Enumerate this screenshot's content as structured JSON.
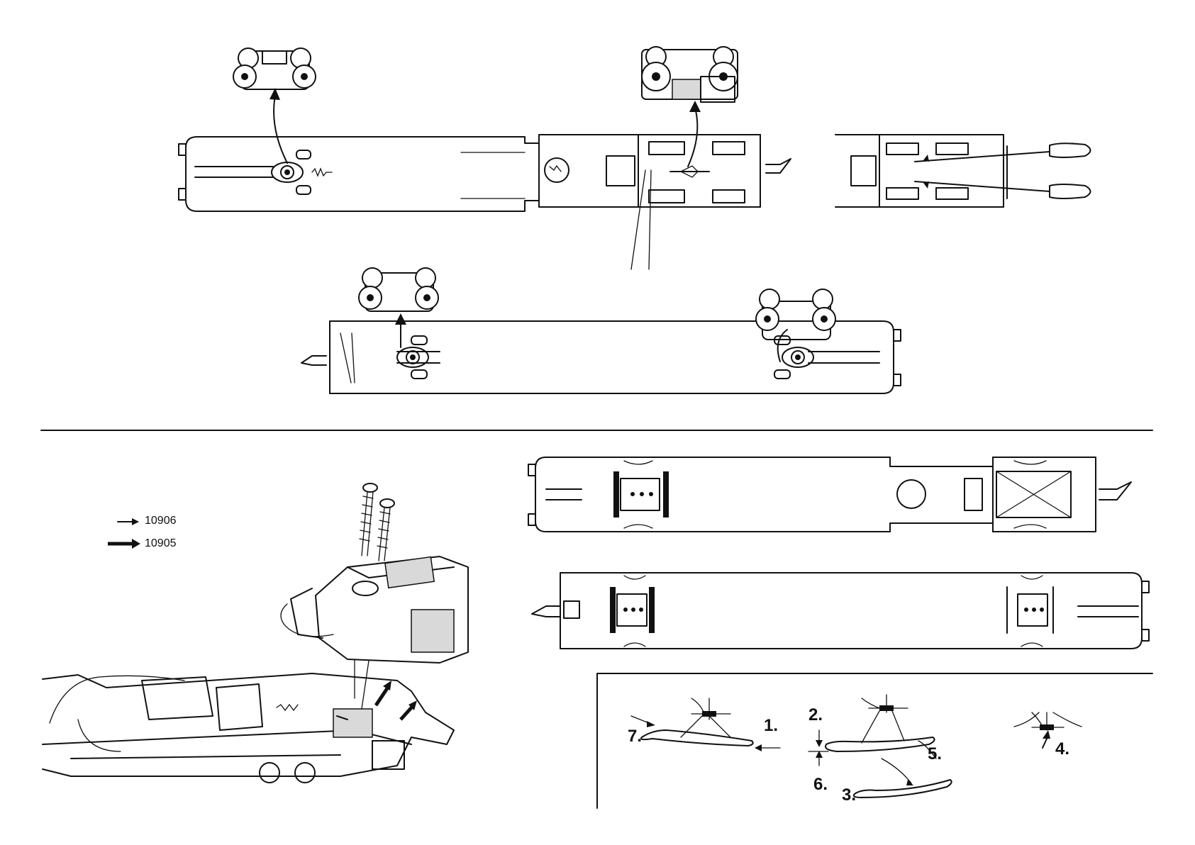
{
  "legend": {
    "item_small": "10906",
    "item_large": "10905"
  },
  "steps": [
    "1.",
    "2.",
    "3.",
    "4.",
    "5.",
    "6.",
    "7."
  ]
}
